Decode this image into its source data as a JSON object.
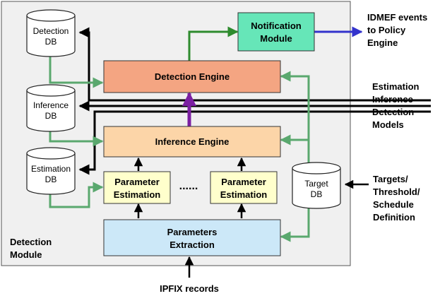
{
  "colors": {
    "panel": "#f0f0f0",
    "green_arrow": "#5aa86e",
    "dark_green_arrow": "#2e8b2e",
    "black_arrow": "#000000",
    "purple_arrow": "#7b1fa2",
    "blue_arrow": "#3333cc",
    "detection_engine": "#f4a582",
    "inference_engine": "#fcd5a8",
    "parameter_estimation": "#ffffcc",
    "parameters_extraction": "#cce8f8",
    "notification_module": "#66e6b8"
  },
  "module_label": [
    "Detection",
    "Module"
  ],
  "boxes": {
    "notification": [
      "Notification",
      "Module"
    ],
    "detection_engine": "Detection Engine",
    "inference_engine": "Inference Engine",
    "param_est_1": [
      "Parameter",
      "Estimation"
    ],
    "param_est_2": [
      "Parameter",
      "Estimation"
    ],
    "dots": "......",
    "parameters_extraction": [
      "Parameters",
      "Extraction"
    ]
  },
  "databases": {
    "detection_db": [
      "Detection",
      "DB"
    ],
    "inference_db": [
      "Inference",
      "DB"
    ],
    "estimation_db": [
      "Estimation",
      "DB"
    ],
    "target_db": [
      "Target",
      "DB"
    ]
  },
  "external": {
    "idmef": [
      "IDMEF events",
      "to Policy",
      "Engine"
    ],
    "models": [
      "Estimation",
      "Inference",
      "Detection",
      "Models"
    ],
    "targets": [
      "Targets/",
      "Threshold/",
      "Schedule",
      "Definition"
    ],
    "ipfix": "IPFIX records"
  }
}
